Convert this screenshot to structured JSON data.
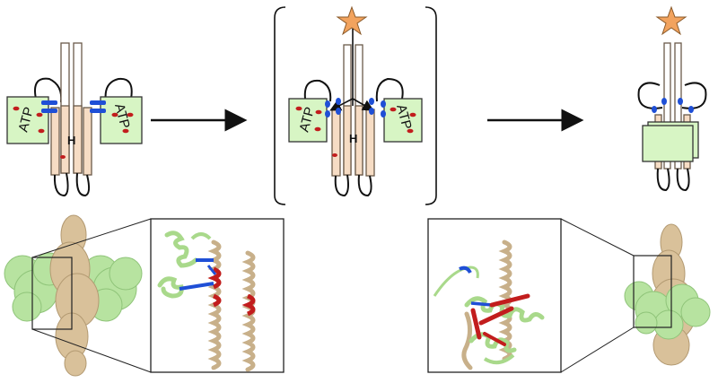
{
  "labels": {
    "atp": "ATP",
    "h": "H"
  },
  "colors": {
    "helix_fill": "#f6dcc4",
    "helix_stroke": "#6b5a4a",
    "domain_fill": "#d7f5c4",
    "domain_stroke": "#333333",
    "blue_contact": "#1f4fd6",
    "red_contact": "#c21d1d",
    "star_fill": "#f2a35e",
    "surface_tan": "#d9c19a",
    "surface_green": "#b7e3a0",
    "ribbon_green": "#a9d98b",
    "ribbon_tan": "#c8b08a"
  },
  "panels": [
    {
      "id": "inactive-state",
      "has_ligand": false,
      "bracketed": false
    },
    {
      "id": "intermediate-state",
      "has_ligand": true,
      "bracketed": true
    },
    {
      "id": "active-state",
      "has_ligand": true,
      "bracketed": false
    }
  ],
  "zoom_insets": [
    {
      "id": "left-structure"
    },
    {
      "id": "right-structure"
    }
  ]
}
